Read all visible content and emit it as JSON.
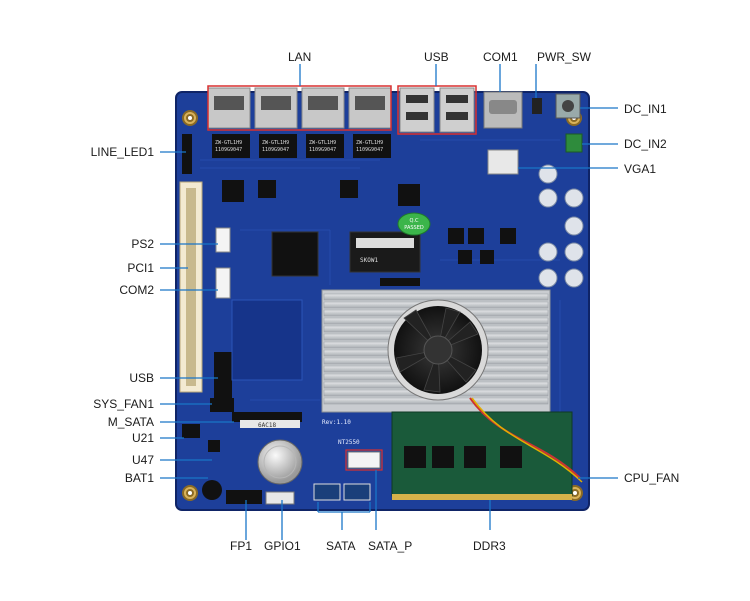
{
  "board": {
    "colors": {
      "pcb": "#1d3f9a",
      "pcb_dark": "#12286e",
      "leader": "#1a76c8",
      "highlight": "#d93030",
      "heatsink": "#c9ccd0"
    },
    "markings": {
      "ethernet_chip": "ZW-GTL1H9",
      "ethernet_chip_sub": "1109G9047",
      "qc_sticker_line1": "Q.C",
      "qc_sticker_line2": "PASSED",
      "chip_label": "SKOW1",
      "rev_text": "Rev:1.10",
      "model_text": "NT2550",
      "slot_text": "6AC18"
    }
  },
  "labels": {
    "lan": "LAN",
    "usb_top": "USB",
    "com1": "COM1",
    "pwr_sw": "PWR_SW",
    "dc_in1": "DC_IN1",
    "dc_in2": "DC_IN2",
    "vga1": "VGA1",
    "line_led1": "LINE_LED1",
    "ps2": "PS2",
    "pci1": "PCI1",
    "com2": "COM2",
    "usb_left": "USB",
    "sys_fan1": "SYS_FAN1",
    "m_sata": "M_SATA",
    "u21": "U21",
    "u47": "U47",
    "bat1": "BAT1",
    "cpu_fan": "CPU_FAN",
    "fp1": "FP1",
    "gpio1": "GPIO1",
    "sata": "SATA",
    "sata_p": "SATA_P",
    "ddr3": "DDR3"
  }
}
